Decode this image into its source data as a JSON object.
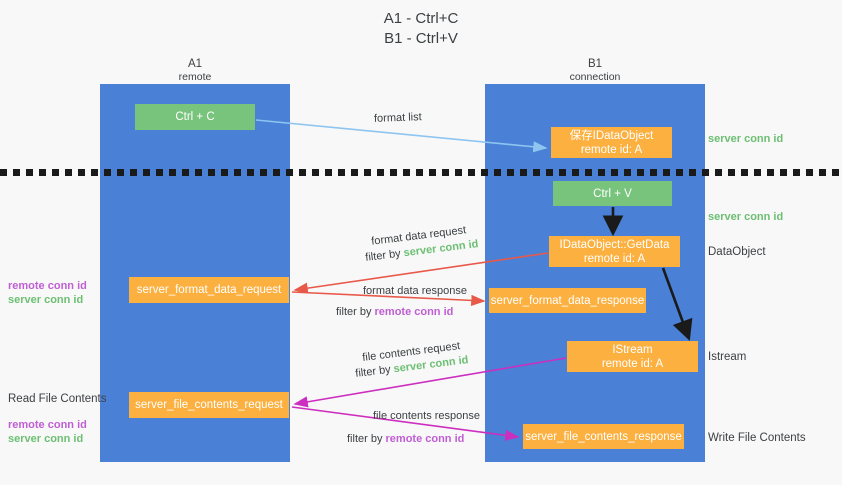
{
  "title": {
    "line1": "A1 - Ctrl+C",
    "line2": "B1 - Ctrl+V"
  },
  "columns": [
    {
      "name": "A1",
      "subtitle": "remote"
    },
    {
      "name": "B1",
      "subtitle": "connection"
    }
  ],
  "colors": {
    "lane": "#4a80d5",
    "green_box": "#79c47d",
    "orange_box": "#fbb040",
    "server_conn_id": "#6cbf73",
    "remote_conn_id": "#c05ed4",
    "format_list_arrow": "#8ec5f0",
    "format_data_arrow": "#e8594a",
    "file_contents_arrow": "#cc2fc0",
    "black_arrow": "#1a1a1a",
    "background": "#f8f8f8"
  },
  "boxes": {
    "ctrl_c": {
      "line1": "Ctrl + C"
    },
    "save_idataobject": {
      "line1": "保存IDataObject",
      "line2": "remote id: A"
    },
    "ctrl_v": {
      "line1": "Ctrl + V"
    },
    "getdata": {
      "line1": "IDataObject::GetData",
      "line2": "remote id: A"
    },
    "server_format_data_request": {
      "line1": "server_format_data_request"
    },
    "server_format_data_response": {
      "line1": "server_format_data_response"
    },
    "istream": {
      "line1": "IStream",
      "line2": "remote id: A"
    },
    "server_file_contents_request": {
      "line1": "server_file_contents_request"
    },
    "server_file_contents_response": {
      "line1": "server_file_contents_response"
    }
  },
  "annotations": {
    "server_conn_id": "server conn id",
    "remote_conn_id": "remote conn id",
    "read_file_contents": "Read File Contents",
    "right_dataobject": "DataObject",
    "right_istream": "Istream",
    "right_write_file_contents": "Write File Contents"
  },
  "edges": {
    "format_list": "format list",
    "format_data_request": "format data request",
    "format_data_request_filter_prefix": "filter by ",
    "format_data_request_filter_value": "server conn id",
    "format_data_response": "format data response",
    "format_data_response_filter_prefix": "filter by ",
    "format_data_response_filter_value": "remote conn id",
    "file_contents_request": "file contents request",
    "file_contents_request_filter_prefix": "filter by ",
    "file_contents_request_filter_value": "server conn id",
    "file_contents_response": "file contents response",
    "file_contents_response_filter_prefix": "filter by ",
    "file_contents_response_filter_value": "remote conn id"
  }
}
